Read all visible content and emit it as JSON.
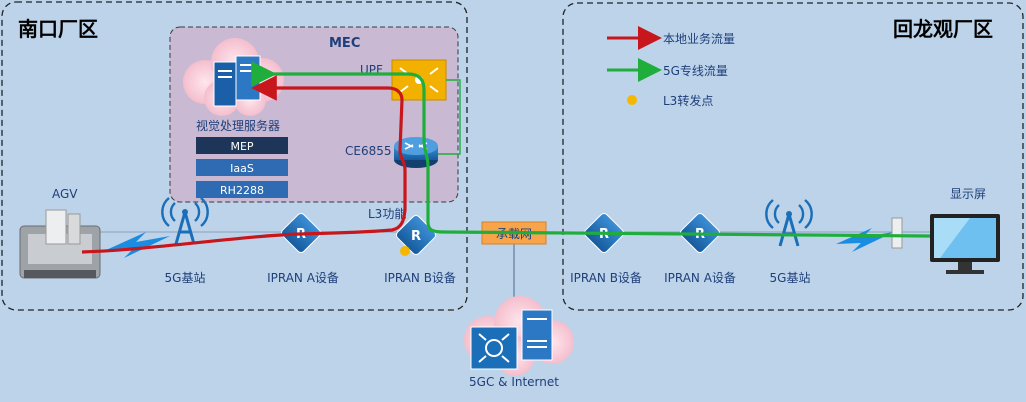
{
  "zones": {
    "left": "南口厂区",
    "right": "回龙观厂区",
    "mec": "MEC"
  },
  "legend": {
    "local": "本地业务流量",
    "dedicated": "5G专线流量",
    "l3": "L3转发点"
  },
  "mec": {
    "server_label": "视觉处理服务器",
    "stack": [
      "MEP",
      "IaaS",
      "RH2288"
    ],
    "upf": "UPF",
    "switch": "CE6855",
    "l3": "L3功能"
  },
  "devices": {
    "agv": "AGV",
    "bs_left": "5G基站",
    "ipran_a_left": "IPRAN A设备",
    "ipran_b_left": "IPRAN B设备",
    "bearer": "承载网",
    "ipran_b_right": "IPRAN B设备",
    "ipran_a_right": "IPRAN A设备",
    "bs_right": "5G基站",
    "display": "显示屏",
    "core": "5GC & Internet"
  },
  "colors": {
    "local": "#c8161d",
    "dedicated": "#1fae3c",
    "l3": "#f5b800",
    "device": "#1a6fb8"
  }
}
